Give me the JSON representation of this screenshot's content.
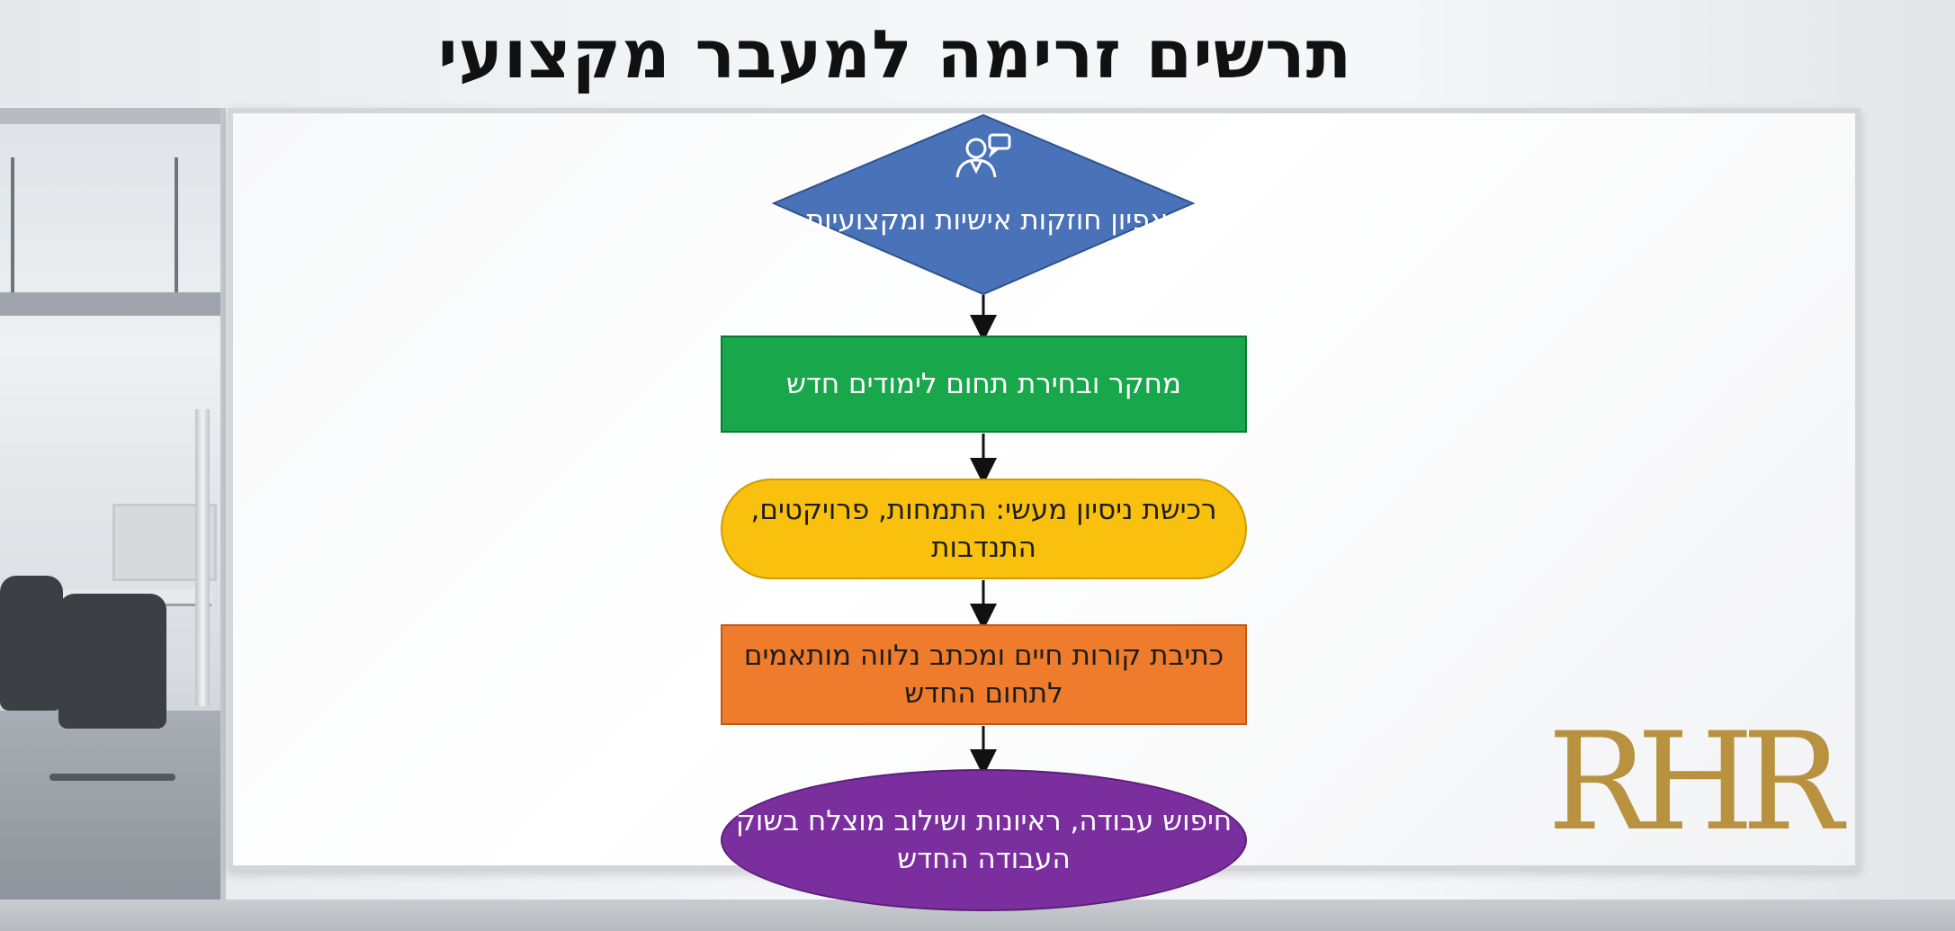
{
  "title": "תרשים זרימה למעבר מקצועי",
  "flow": {
    "step1": "אפיון חוזקות אישיות ומקצועיות",
    "step2": "מחקר ובחירת תחום לימודים חדש",
    "step3": "רכישת ניסיון מעשי: התמחות, פרויקטים, התנדבות",
    "step4": "כתיבת קורות חיים ומכתב נלווה מותאמים לתחום החדש",
    "step5": "חיפוש עבודה, ראיונות ושילוב מוצלח בשוק העבודה החדש"
  },
  "logo": "RHR",
  "colors": {
    "diamond": "#4a72b8",
    "green": "#18a84b",
    "yellow": "#f9c00d",
    "orange": "#ef7b2c",
    "purple": "#7b2e9e",
    "logo": "#b8923f"
  },
  "icons": {
    "step1": "person-with-chat-bubble-icon"
  }
}
